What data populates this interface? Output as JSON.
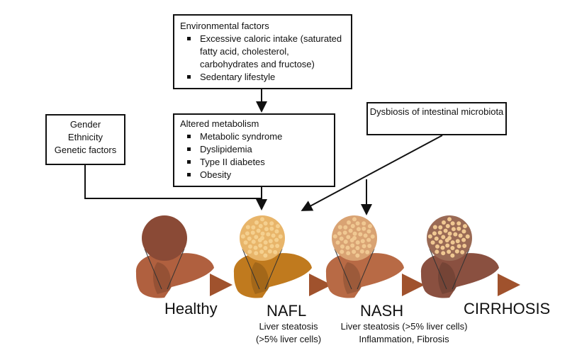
{
  "boxes": {
    "environmental": {
      "title": "Environmental factors",
      "items": [
        "Excessive caloric intake (saturated fatty acid, cholesterol, carbohydrates and fructose)",
        "Sedentary lifestyle"
      ]
    },
    "altered_metabolism": {
      "title": "Altered metabolism",
      "items": [
        "Metabolic syndrome",
        "Dyslipidemia",
        "Type II diabetes",
        "Obesity"
      ]
    },
    "genetic": {
      "lines": [
        "Gender",
        "Ethnicity",
        "Genetic factors"
      ]
    },
    "dysbiosis": {
      "text": "Dysbiosis of intestinal microbiota"
    }
  },
  "stages": [
    {
      "label": "Healthy",
      "sub": [],
      "liver_color": "#b0603f",
      "circle_color": "#8a4a36"
    },
    {
      "label": "NAFL",
      "sub": [
        "Liver steatosis",
        "(>5% liver cells)"
      ],
      "liver_color": "#c07a1e",
      "circle_color": "#e8b56a"
    },
    {
      "label": "NASH",
      "sub": [
        "Liver steatosis (>5% liver cells)",
        "Inflammation, Fibrosis"
      ],
      "liver_color": "#b86a45",
      "circle_color": "#d9a373"
    },
    {
      "label": "CIRRHOSIS",
      "sub": [],
      "liver_color": "#8a5040",
      "circle_color": "#9a6a55"
    }
  ],
  "colors": {
    "arrow_between_stages": "#a0522d",
    "line": "#111111"
  }
}
